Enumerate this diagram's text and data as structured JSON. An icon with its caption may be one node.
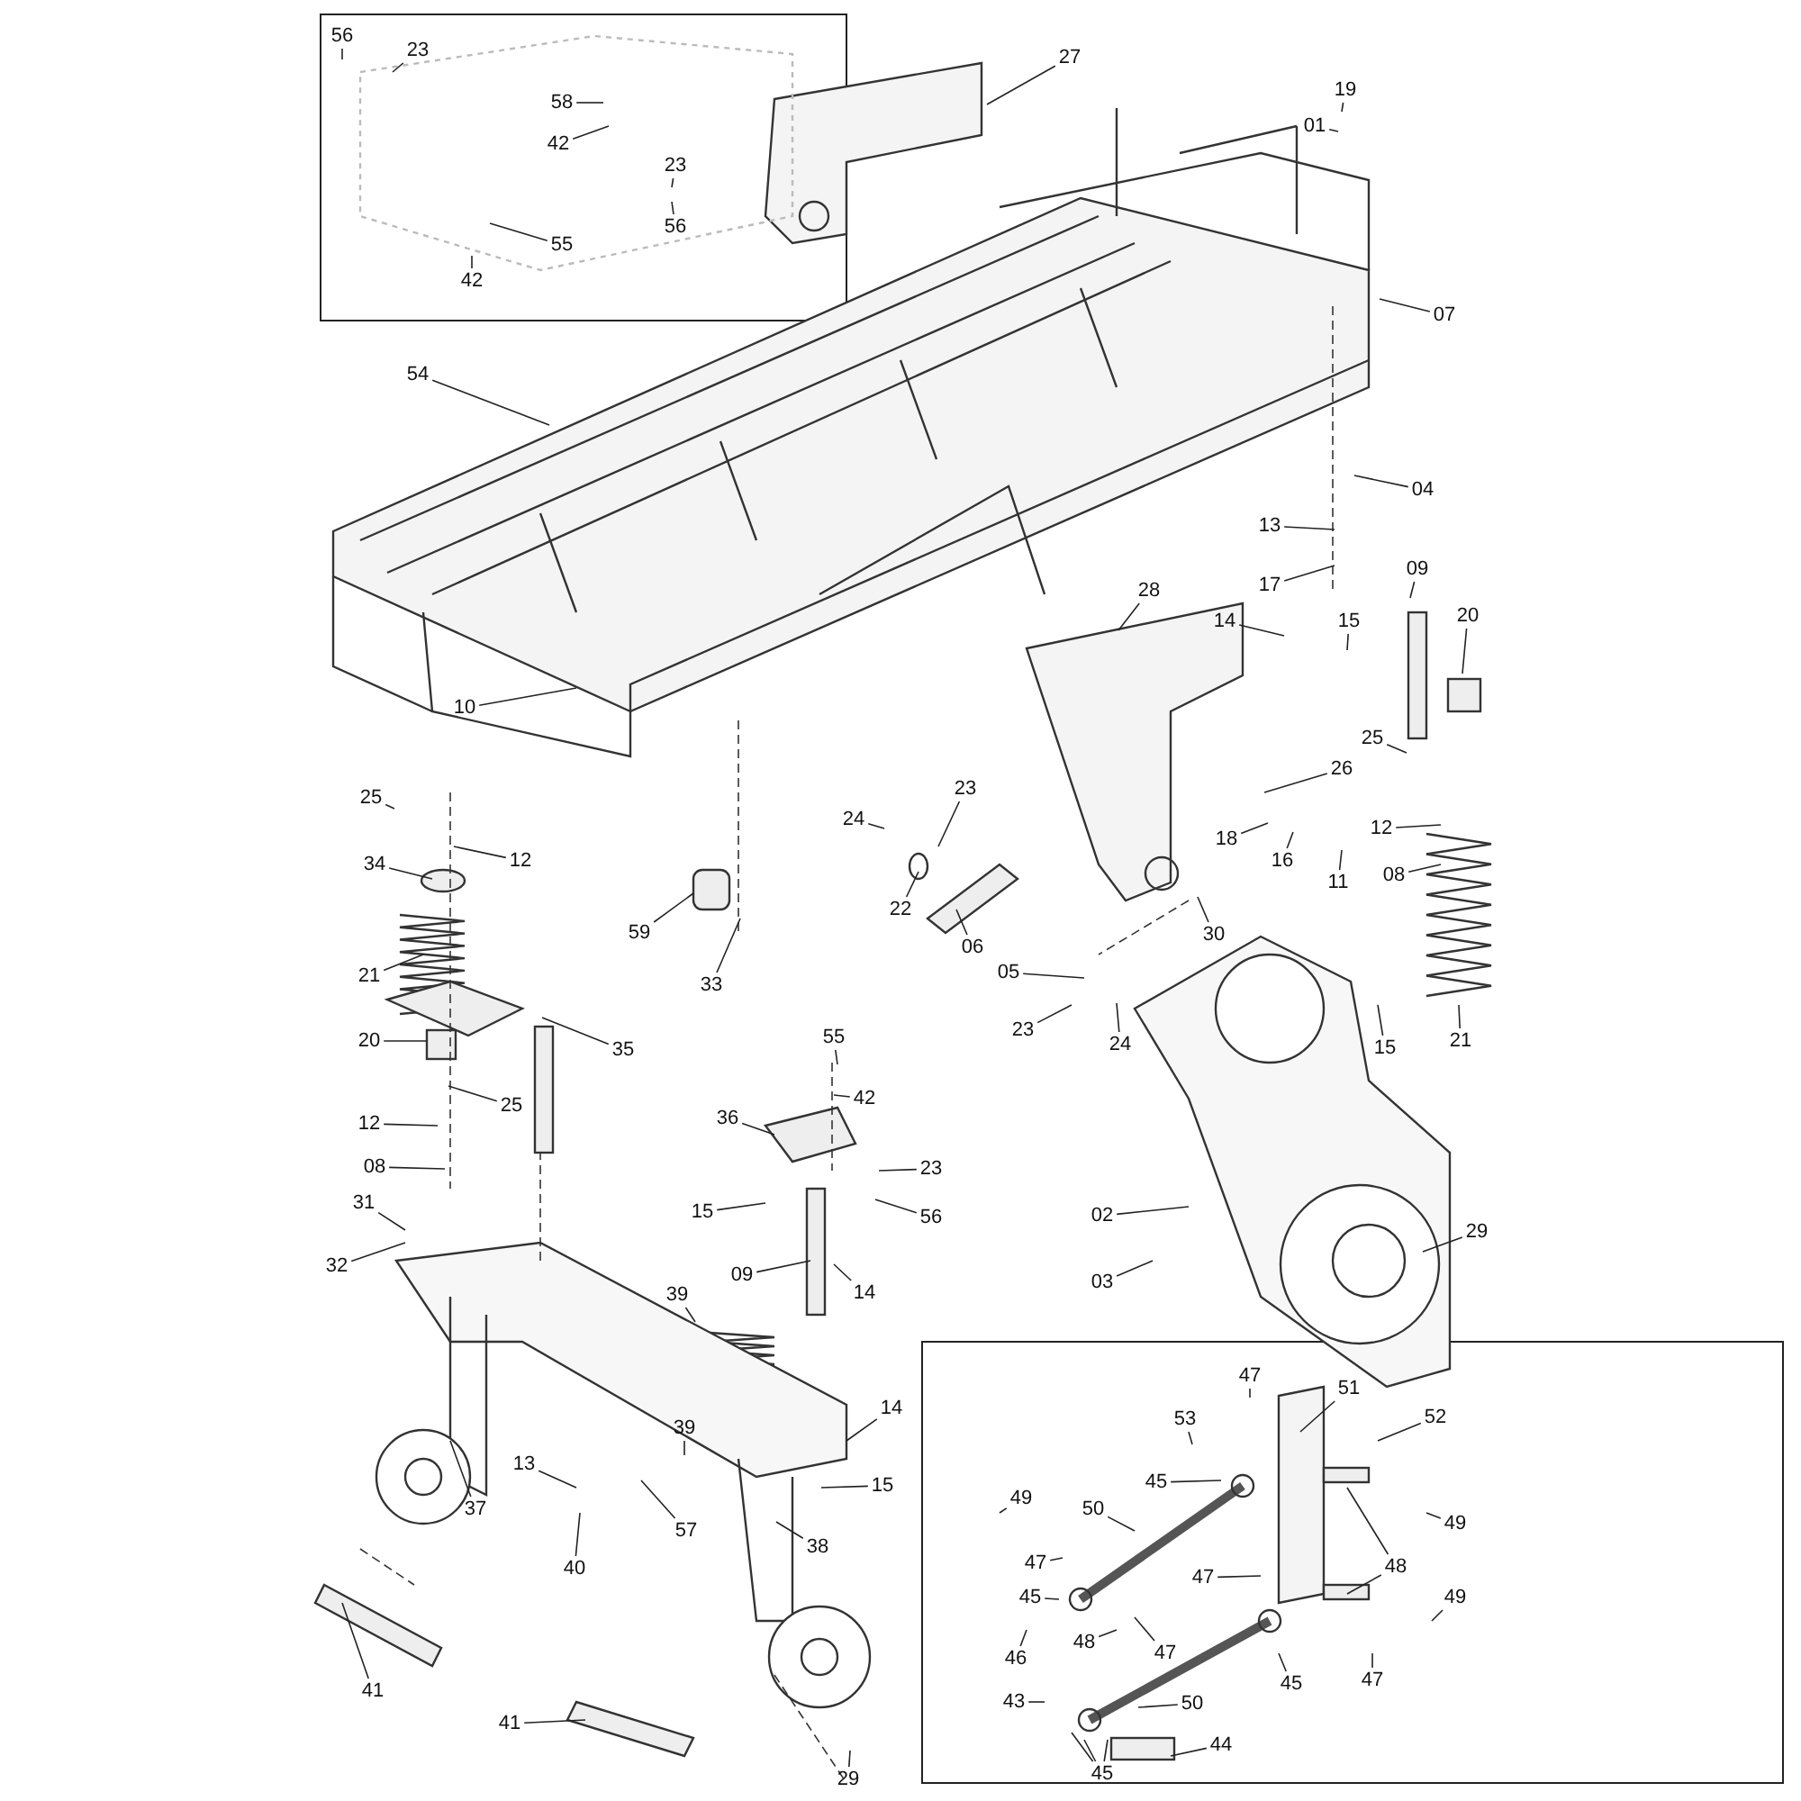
{
  "diagram": {
    "nodes": [
      {
        "text": [
          "56"
        ]
      },
      {
        "text": [
          "23"
        ]
      },
      {
        "text": [
          "58"
        ]
      },
      {
        "text": [
          "42"
        ]
      },
      {
        "text": [
          "23"
        ]
      },
      {
        "text": [
          "55"
        ]
      },
      {
        "text": [
          "42"
        ]
      },
      {
        "text": [
          "56"
        ]
      },
      {
        "text": [
          "27"
        ]
      },
      {
        "text": [
          "19"
        ]
      },
      {
        "text": [
          "01"
        ]
      },
      {
        "text": [
          "07"
        ]
      },
      {
        "text": [
          "54"
        ]
      },
      {
        "text": [
          "04"
        ]
      },
      {
        "text": [
          "13"
        ]
      },
      {
        "text": [
          "17"
        ]
      },
      {
        "text": [
          "09"
        ]
      },
      {
        "text": [
          "20"
        ]
      },
      {
        "text": [
          "14"
        ]
      },
      {
        "text": [
          "15"
        ]
      },
      {
        "text": [
          "28"
        ]
      },
      {
        "text": [
          "25"
        ]
      },
      {
        "text": [
          "26"
        ]
      },
      {
        "text": [
          "10"
        ]
      },
      {
        "text": [
          "25"
        ]
      },
      {
        "text": [
          "23"
        ]
      },
      {
        "text": [
          "24"
        ]
      },
      {
        "text": [
          "18"
        ]
      },
      {
        "text": [
          "16"
        ]
      },
      {
        "text": [
          "12"
        ]
      },
      {
        "text": [
          "08"
        ]
      },
      {
        "text": [
          "12"
        ]
      },
      {
        "text": [
          "34"
        ]
      },
      {
        "text": [
          "22"
        ]
      },
      {
        "text": [
          "11"
        ]
      },
      {
        "text": [
          "59"
        ]
      },
      {
        "text": [
          "06"
        ]
      },
      {
        "text": [
          "30"
        ]
      },
      {
        "text": [
          "33"
        ]
      },
      {
        "text": [
          "05"
        ]
      },
      {
        "text": [
          "21"
        ]
      },
      {
        "text": [
          "23"
        ]
      },
      {
        "text": [
          "24"
        ]
      },
      {
        "text": [
          "15"
        ]
      },
      {
        "text": [
          "21"
        ]
      },
      {
        "text": [
          "20"
        ]
      },
      {
        "text": [
          "35"
        ]
      },
      {
        "text": [
          "55"
        ]
      },
      {
        "text": [
          "42"
        ]
      },
      {
        "text": [
          "25"
        ]
      },
      {
        "text": [
          "12"
        ]
      },
      {
        "text": [
          "08"
        ]
      },
      {
        "text": [
          "36"
        ]
      },
      {
        "text": [
          "23"
        ]
      },
      {
        "text": [
          "02"
        ]
      },
      {
        "text": [
          "15"
        ]
      },
      {
        "text": [
          "56"
        ]
      },
      {
        "text": [
          "31"
        ]
      },
      {
        "text": [
          "03"
        ]
      },
      {
        "text": [
          "09"
        ]
      },
      {
        "text": [
          "14"
        ]
      },
      {
        "text": [
          "32"
        ]
      },
      {
        "text": [
          "29"
        ]
      },
      {
        "text": [
          "39"
        ]
      },
      {
        "text": [
          "14"
        ]
      },
      {
        "text": [
          "39"
        ]
      },
      {
        "text": [
          "13"
        ]
      },
      {
        "text": [
          "57"
        ]
      },
      {
        "text": [
          "15"
        ]
      },
      {
        "text": [
          "37"
        ]
      },
      {
        "text": [
          "40"
        ]
      },
      {
        "text": [
          "38"
        ]
      },
      {
        "text": [
          "41"
        ]
      },
      {
        "text": [
          "41"
        ]
      },
      {
        "text": [
          "29"
        ]
      },
      {
        "text": [
          "47"
        ]
      },
      {
        "text": [
          "51"
        ]
      },
      {
        "text": [
          "53"
        ]
      },
      {
        "text": [
          "52"
        ]
      },
      {
        "text": [
          "45"
        ]
      },
      {
        "text": [
          "49"
        ]
      },
      {
        "text": [
          "50"
        ]
      },
      {
        "text": [
          "48"
        ]
      },
      {
        "text": [
          "49"
        ]
      },
      {
        "text": [
          "47"
        ]
      },
      {
        "text": [
          "45"
        ]
      },
      {
        "text": [
          "47"
        ]
      },
      {
        "text": [
          "48"
        ]
      },
      {
        "text": [
          "49"
        ]
      },
      {
        "text": [
          "47"
        ]
      },
      {
        "text": [
          "46"
        ]
      },
      {
        "text": [
          "50"
        ]
      },
      {
        "text": [
          "45"
        ]
      },
      {
        "text": [
          "47"
        ]
      },
      {
        "text": [
          "43"
        ]
      },
      {
        "text": [
          "45"
        ]
      },
      {
        "text": [
          "44"
        ]
      }
    ],
    "edges": [
      {
        "from": 0,
        "to": null,
        "arrow": "none"
      },
      {
        "from": 1,
        "to": null,
        "arrow": "none"
      },
      {
        "from": 2,
        "to": null,
        "arrow": "none"
      },
      {
        "from": 3,
        "to": null,
        "arrow": "none"
      },
      {
        "from": 4,
        "to": null,
        "arrow": "none"
      },
      {
        "from": 5,
        "to": null,
        "arrow": "none"
      },
      {
        "from": 6,
        "to": null,
        "arrow": "none"
      },
      {
        "from": 7,
        "to": null,
        "arrow": "none"
      },
      {
        "from": 8,
        "to": null,
        "arrow": "none"
      },
      {
        "from": 9,
        "to": null,
        "arrow": "none"
      },
      {
        "from": 10,
        "to": null,
        "arrow": "none"
      },
      {
        "from": 11,
        "to": null,
        "arrow": "none"
      },
      {
        "from": 12,
        "to": null,
        "arrow": "none"
      },
      {
        "from": 13,
        "to": null,
        "arrow": "none"
      },
      {
        "from": 14,
        "to": null,
        "arrow": "none"
      },
      {
        "from": 15,
        "to": null,
        "arrow": "none"
      },
      {
        "from": 16,
        "to": null,
        "arrow": "none"
      },
      {
        "from": 17,
        "to": null,
        "arrow": "none"
      },
      {
        "from": 18,
        "to": null,
        "arrow": "none"
      },
      {
        "from": 19,
        "to": null,
        "arrow": "none"
      },
      {
        "from": 20,
        "to": null,
        "arrow": "none"
      },
      {
        "from": 21,
        "to": null,
        "arrow": "none"
      },
      {
        "from": 22,
        "to": null,
        "arrow": "none"
      },
      {
        "from": 23,
        "to": null,
        "arrow": "none"
      },
      {
        "from": 24,
        "to": null,
        "arrow": "none"
      },
      {
        "from": 25,
        "to": null,
        "arrow": "none"
      },
      {
        "from": 26,
        "to": null,
        "arrow": "none"
      },
      {
        "from": 27,
        "to": null,
        "arrow": "none"
      },
      {
        "from": 28,
        "to": null,
        "arrow": "none"
      },
      {
        "from": 29,
        "to": null,
        "arrow": "none"
      },
      {
        "from": 30,
        "to": null,
        "arrow": "none"
      },
      {
        "from": 31,
        "to": null,
        "arrow": "none"
      },
      {
        "from": 32,
        "to": null,
        "arrow": "none"
      },
      {
        "from": 33,
        "to": null,
        "arrow": "none"
      },
      {
        "from": 34,
        "to": null,
        "arrow": "none"
      },
      {
        "from": 35,
        "to": null,
        "arrow": "none"
      },
      {
        "from": 36,
        "to": null,
        "arrow": "none"
      },
      {
        "from": 37,
        "to": null,
        "arrow": "none"
      },
      {
        "from": 38,
        "to": null,
        "arrow": "none"
      },
      {
        "from": 39,
        "to": null,
        "arrow": "none"
      },
      {
        "from": 40,
        "to": null,
        "arrow": "none"
      },
      {
        "from": 41,
        "to": null,
        "arrow": "none"
      },
      {
        "from": 42,
        "to": null,
        "arrow": "none"
      },
      {
        "from": 43,
        "to": null,
        "arrow": "none"
      },
      {
        "from": 44,
        "to": null,
        "arrow": "none"
      },
      {
        "from": 45,
        "to": null,
        "arrow": "none"
      },
      {
        "from": 46,
        "to": null,
        "arrow": "none"
      },
      {
        "from": 47,
        "to": null,
        "arrow": "none"
      },
      {
        "from": 48,
        "to": null,
        "arrow": "none"
      },
      {
        "from": 49,
        "to": null,
        "arrow": "none"
      },
      {
        "from": 50,
        "to": null,
        "arrow": "none"
      },
      {
        "from": 51,
        "to": null,
        "arrow": "none"
      },
      {
        "from": 52,
        "to": null,
        "arrow": "none"
      },
      {
        "from": 53,
        "to": null,
        "arrow": "none"
      },
      {
        "from": 54,
        "to": null,
        "arrow": "none"
      },
      {
        "from": 55,
        "to": null,
        "arrow": "none"
      },
      {
        "from": 56,
        "to": null,
        "arrow": "none"
      },
      {
        "from": 57,
        "to": null,
        "arrow": "none"
      },
      {
        "from": 58,
        "to": null,
        "arrow": "none"
      },
      {
        "from": 59,
        "to": null,
        "arrow": "none"
      },
      {
        "from": 60,
        "to": null,
        "arrow": "none"
      },
      {
        "from": 61,
        "to": null,
        "arrow": "none"
      },
      {
        "from": 62,
        "to": null,
        "arrow": "none"
      },
      {
        "from": 63,
        "to": null,
        "arrow": "none"
      },
      {
        "from": 64,
        "to": null,
        "arrow": "none"
      },
      {
        "from": 65,
        "to": null,
        "arrow": "none"
      },
      {
        "from": 66,
        "to": null,
        "arrow": "none"
      },
      {
        "from": 67,
        "to": null,
        "arrow": "none"
      },
      {
        "from": 68,
        "to": null,
        "arrow": "none"
      },
      {
        "from": 69,
        "to": null,
        "arrow": "none"
      },
      {
        "from": 70,
        "to": null,
        "arrow": "none"
      },
      {
        "from": 71,
        "to": null,
        "arrow": "none"
      },
      {
        "from": 72,
        "to": null,
        "arrow": "none"
      },
      {
        "from": 73,
        "to": null,
        "arrow": "none"
      },
      {
        "from": 74,
        "to": null,
        "arrow": "none"
      },
      {
        "from": 75,
        "to": null,
        "arrow": "none"
      },
      {
        "from": 76,
        "to": null,
        "arrow": "none"
      },
      {
        "from": 77,
        "to": null,
        "arrow": "none"
      },
      {
        "from": 78,
        "to": null,
        "arrow": "none"
      },
      {
        "from": 79,
        "to": null,
        "arrow": "none"
      },
      {
        "from": 80,
        "to": null,
        "arrow": "none"
      },
      {
        "from": 81,
        "to": null,
        "arrow": "none"
      },
      {
        "from": 82,
        "to": null,
        "arrow": "none"
      },
      {
        "from": 82,
        "to": null,
        "arrow": "none"
      },
      {
        "from": 83,
        "to": null,
        "arrow": "none"
      },
      {
        "from": 84,
        "to": null,
        "arrow": "none"
      },
      {
        "from": 85,
        "to": null,
        "arrow": "none"
      },
      {
        "from": 86,
        "to": null,
        "arrow": "none"
      },
      {
        "from": 87,
        "to": null,
        "arrow": "none"
      },
      {
        "from": 88,
        "to": null,
        "arrow": "none"
      },
      {
        "from": 89,
        "to": null,
        "arrow": "none"
      },
      {
        "from": 90,
        "to": null,
        "arrow": "none"
      },
      {
        "from": 91,
        "to": null,
        "arrow": "none"
      },
      {
        "from": 92,
        "to": null,
        "arrow": "none"
      },
      {
        "from": 93,
        "to": null,
        "arrow": "none"
      },
      {
        "from": 94,
        "to": null,
        "arrow": "none"
      },
      {
        "from": 95,
        "to": null,
        "arrow": "none"
      },
      {
        "from": 95,
        "to": null,
        "arrow": "none"
      },
      {
        "from": 95,
        "to": null,
        "arrow": "none"
      },
      {
        "from": 96,
        "to": null,
        "arrow": "none"
      }
    ]
  }
}
